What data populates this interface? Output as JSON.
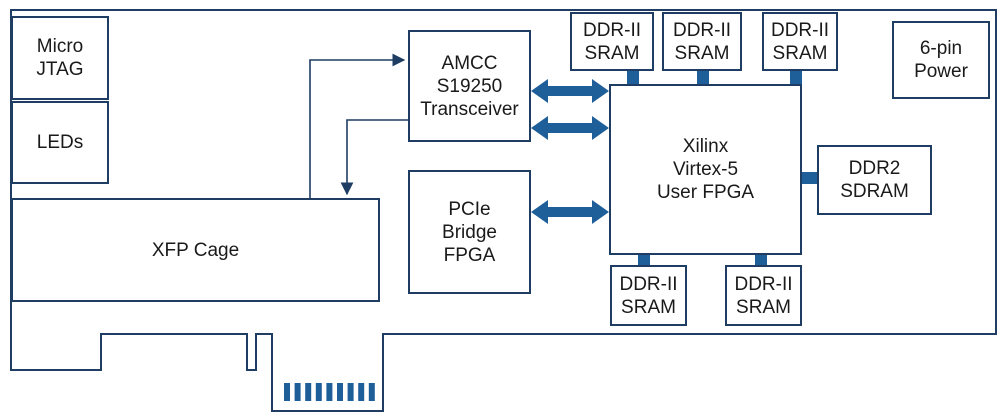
{
  "colors": {
    "outline": "#1f3d62",
    "connector": "#1f5f99",
    "text": "#1a1a1a",
    "background": "#ffffff"
  },
  "blocks": {
    "micro_jtag": "Micro\nJTAG",
    "leds": "LEDs",
    "xfp_cage": "XFP Cage",
    "amcc_transceiver": "AMCC\nS19250\nTransceiver",
    "pcie_bridge": "PCIe\nBridge\nFPGA",
    "xilinx_fpga": "Xilinx\nVirtex-5\nUser FPGA",
    "ddr2_sdram": "DDR2\nSDRAM",
    "power": "6-pin\nPower",
    "sram_top_1": "DDR-II\nSRAM",
    "sram_top_2": "DDR-II\nSRAM",
    "sram_top_3": "DDR-II\nSRAM",
    "sram_bottom_1": "DDR-II\nSRAM",
    "sram_bottom_2": "DDR-II\nSRAM"
  },
  "edge_connector": {
    "pin_count": 9
  }
}
